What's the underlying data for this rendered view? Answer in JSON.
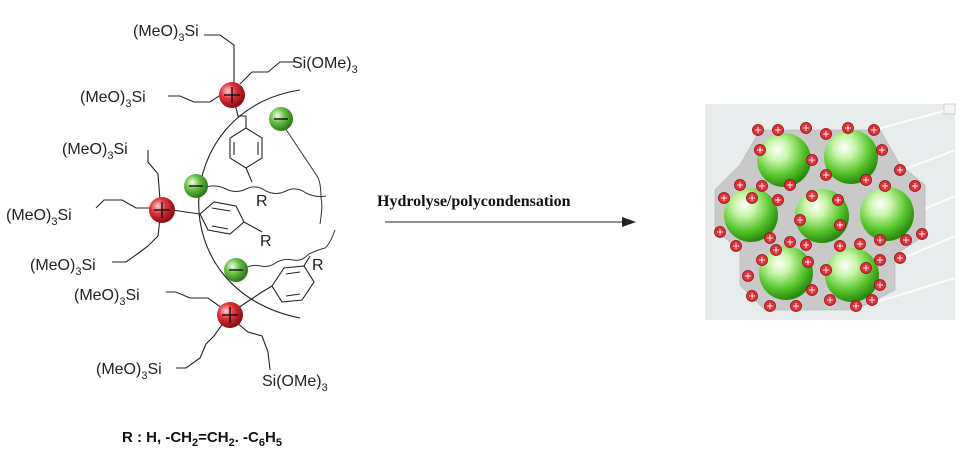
{
  "silanes": {
    "meo3si_label": "(MeO)",
    "meo3si_suffix": "Si",
    "siome3_prefix": "Si(OMe)",
    "subscript": "3"
  },
  "substituent": {
    "r": "R"
  },
  "arrow": {
    "label": "Hydrolyse/polycondensation"
  },
  "r_definition": {
    "prefix": "R : H, -CH",
    "part2": "=CH",
    "part3": ". -C",
    "sub1": "2",
    "sub2": "2",
    "sub3": "6",
    "part4": "H",
    "sub4": "5"
  },
  "colors": {
    "cation_red": "#e0323a",
    "anion_green": "#6cc24a",
    "mesophase_gray": "#c9c9c9",
    "micelle_green": "#7bd650"
  }
}
